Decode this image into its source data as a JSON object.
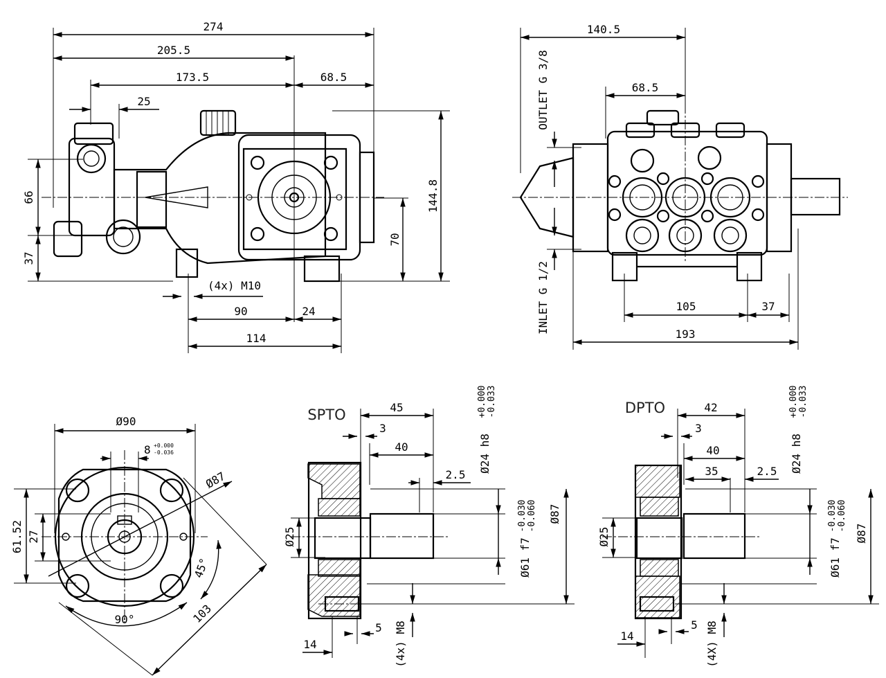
{
  "side_view": {
    "dims": {
      "overall_length": "274",
      "length_to_center": "205.5",
      "inlet_to_center": "173.5",
      "center_to_end": "68.5",
      "port_offset": "25",
      "total_height": "144.8",
      "shaft_height": "70",
      "port_height": "66",
      "inlet_height": "37",
      "mount_holes": "(4x)  M10",
      "foot_spacing": "90",
      "foot_offset": "24",
      "foot_width": "114"
    }
  },
  "front_view": {
    "dims": {
      "width_half": "140.5",
      "center_offset": "68.5",
      "outlet": "OUTLET  G 3/8",
      "inlet": "INLET  G 1/2",
      "base_width": "105",
      "base_offset": "37",
      "total_width": "193"
    }
  },
  "flange_view": {
    "dims": {
      "dia_90": "Ø90",
      "keyway": "8",
      "key_tol_upper": "+0.000",
      "key_tol_lower": "-0.036",
      "dia_87": "Ø87",
      "h_6152": "61.52",
      "h_27": "27",
      "angle_45": "45°",
      "angle_90": "90°",
      "dim_103": "103"
    }
  },
  "spto_view": {
    "label": "SPTO",
    "dims": {
      "shaft_len": "45",
      "step": "3",
      "key_len": "40",
      "chamfer": "2.5",
      "shaft_dia": "Ø24 h8",
      "shaft_tol_upper": "+0.000",
      "shaft_tol_lower": "-0.033",
      "pilot_dia": "Ø61 f7",
      "pilot_tol_upper": "-0.030",
      "pilot_tol_lower": "-0.060",
      "flange_dia": "Ø87",
      "bore": "Ø25",
      "thick": "14",
      "hole_off": "5",
      "holes": "(4x)  M8"
    }
  },
  "dpto_view": {
    "label": "DPTO",
    "dims": {
      "shaft_len": "42",
      "step": "3",
      "key_len": "40",
      "key_len2": "35",
      "chamfer": "2.5",
      "shaft_dia": "Ø24 h8",
      "shaft_tol_upper": "+0.000",
      "shaft_tol_lower": "-0.033",
      "pilot_dia": "Ø61 f7",
      "pilot_tol_upper": "-0.030",
      "pilot_tol_lower": "-0.060",
      "flange_dia": "Ø87",
      "bore": "Ø25",
      "thick": "14",
      "hole_off": "5",
      "holes": "(4X)  M8"
    }
  }
}
